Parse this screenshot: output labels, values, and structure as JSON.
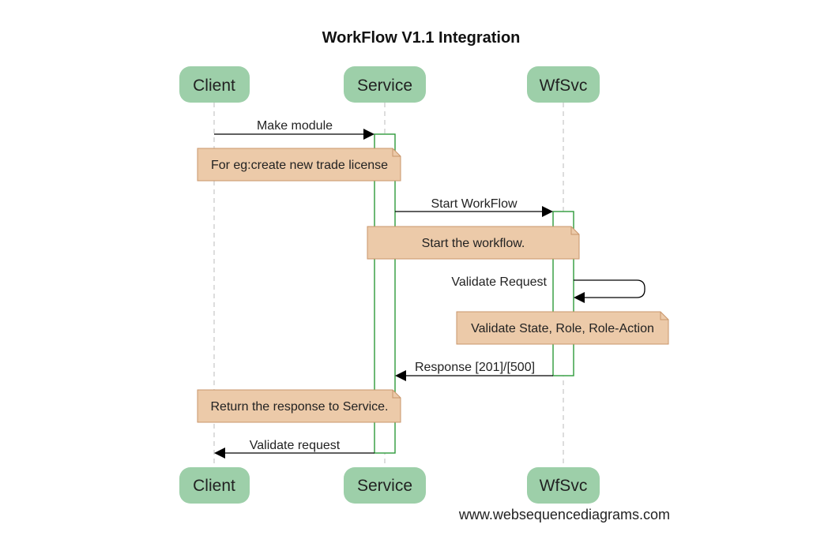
{
  "title": "WorkFlow V1.1 Integration",
  "participants": [
    {
      "id": "client",
      "label": "Client"
    },
    {
      "id": "service",
      "label": "Service"
    },
    {
      "id": "wfsvc",
      "label": "WfSvc"
    }
  ],
  "messages": [
    {
      "id": "m1",
      "label": "Make module",
      "from": "client",
      "to": "service"
    },
    {
      "id": "m2",
      "label": "Start WorkFlow",
      "from": "service",
      "to": "wfsvc"
    },
    {
      "id": "m3",
      "label": "Validate Request",
      "from": "wfsvc",
      "to": "wfsvc"
    },
    {
      "id": "m4",
      "label": "Response [201]/[500]",
      "from": "wfsvc",
      "to": "service"
    },
    {
      "id": "m5",
      "label": "Validate request",
      "from": "service",
      "to": "client"
    }
  ],
  "notes": [
    {
      "id": "n1",
      "text": "For eg:create new trade license"
    },
    {
      "id": "n2",
      "text": "Start the workflow."
    },
    {
      "id": "n3",
      "text": "Validate State, Role, Role-Action"
    },
    {
      "id": "n4",
      "text": "Return the response to Service."
    }
  ],
  "watermark": "www.websequencediagrams.com",
  "colors": {
    "actor_fill": "#9dcfa9",
    "activation_stroke": "#2e9a3a",
    "note_fill": "#eccaa9",
    "note_stroke": "#c9956a",
    "lifeline": "#bbbbbb",
    "arrow": "#000000"
  }
}
